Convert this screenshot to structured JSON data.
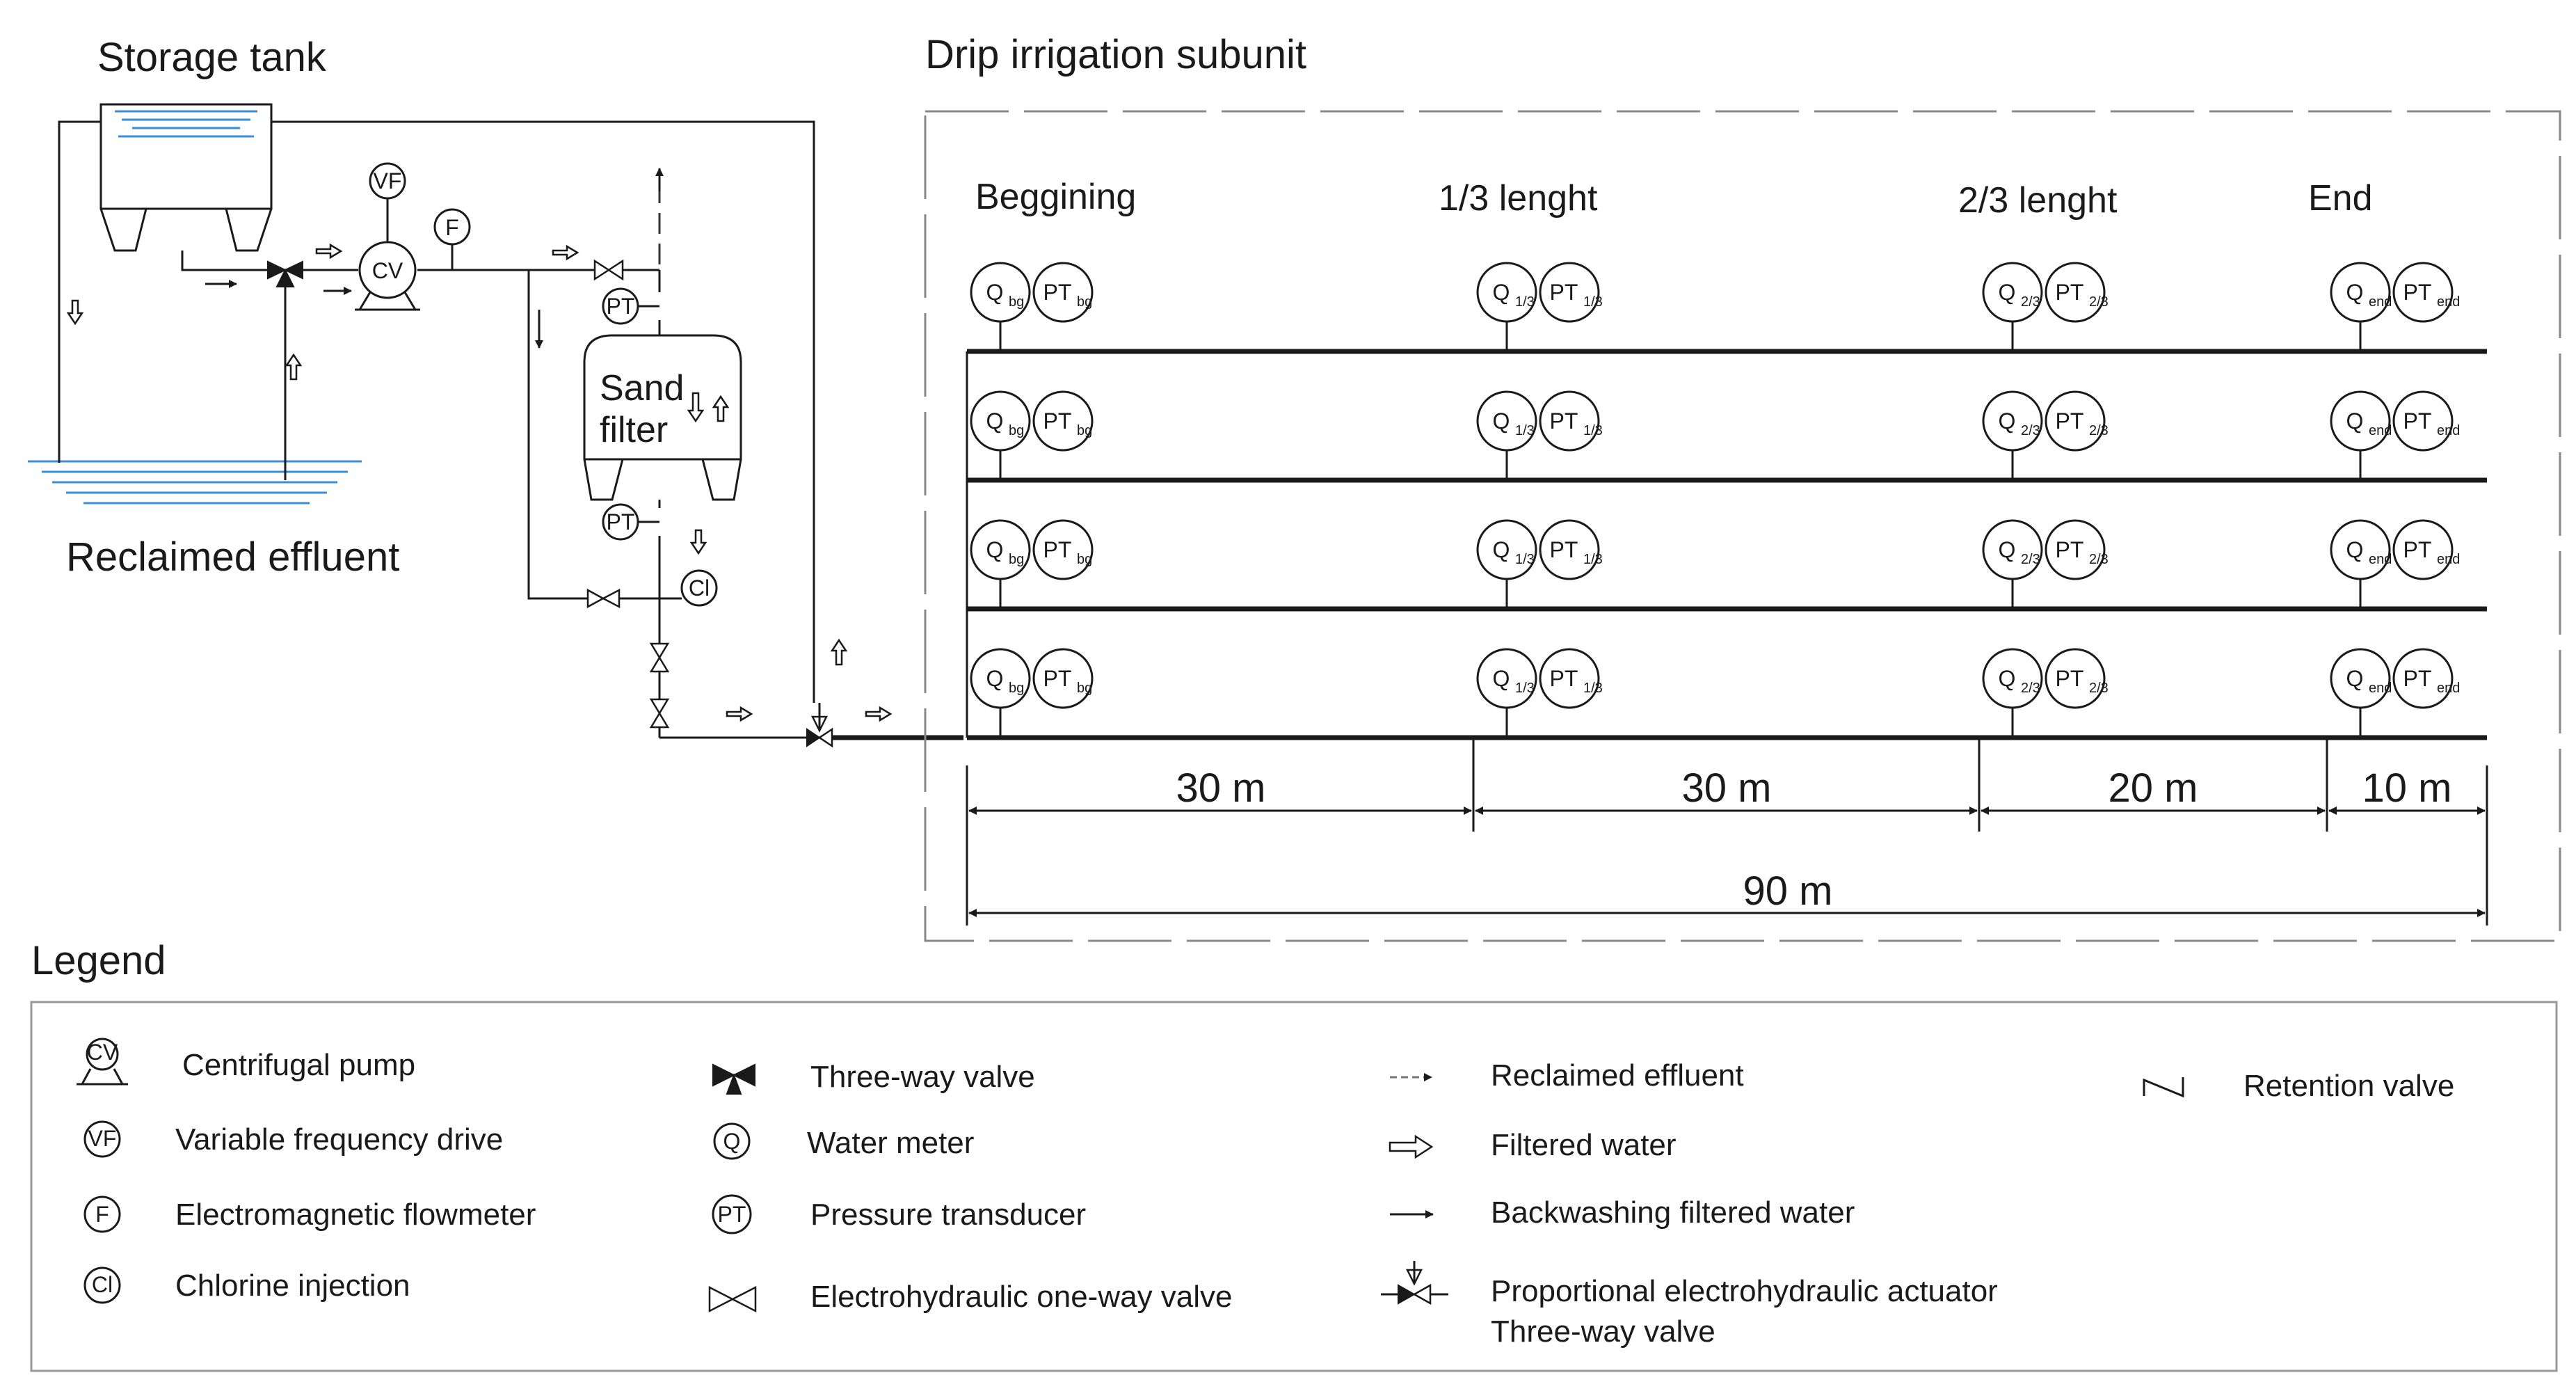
{
  "titles": {
    "storage_tank": "Storage tank",
    "reclaimed_effluent": "Reclaimed effluent",
    "drip_subunit": "Drip irrigation subunit",
    "sand_filter_line1": "Sand",
    "sand_filter_line2": "filter",
    "legend": "Legend"
  },
  "positions": {
    "beginning": "Beggining",
    "one_third": "1/3 lenght",
    "two_third": "2/3 lenght",
    "end": "End"
  },
  "instruments": {
    "cv": "CV",
    "vf": "VF",
    "f": "F",
    "pt": "PT",
    "cl": "Cl",
    "q": "Q",
    "sub_bg": "bg",
    "sub_13": "1/3",
    "sub_23": "2/3",
    "sub_end": "end"
  },
  "dimensions": {
    "seg1": "30 m",
    "seg2": "30 m",
    "seg3": "20 m",
    "seg4": "10 m",
    "total": "90 m"
  },
  "legend": {
    "centrifugal_pump": "Centrifugal pump",
    "vfd": "Variable frequency drive",
    "flowmeter": "Electromagnetic flowmeter",
    "chlorine": "Chlorine injection",
    "three_way_valve": "Three-way valve",
    "water_meter": "Water meter",
    "pressure_transducer": "Pressure transducer",
    "one_way_valve": "Electrohydraulic one-way valve",
    "reclaimed": "Reclaimed effluent",
    "filtered": "Filtered water",
    "backwashing": "Backwashing filtered water",
    "actuator_line1": "Proportional electrohydraulic actuator",
    "actuator_line2": "Three-way valve",
    "retention": "Retention valve"
  },
  "colors": {
    "line": "#1a1a1a",
    "water": "#3b8fd6",
    "frame_dash": "#888888"
  }
}
